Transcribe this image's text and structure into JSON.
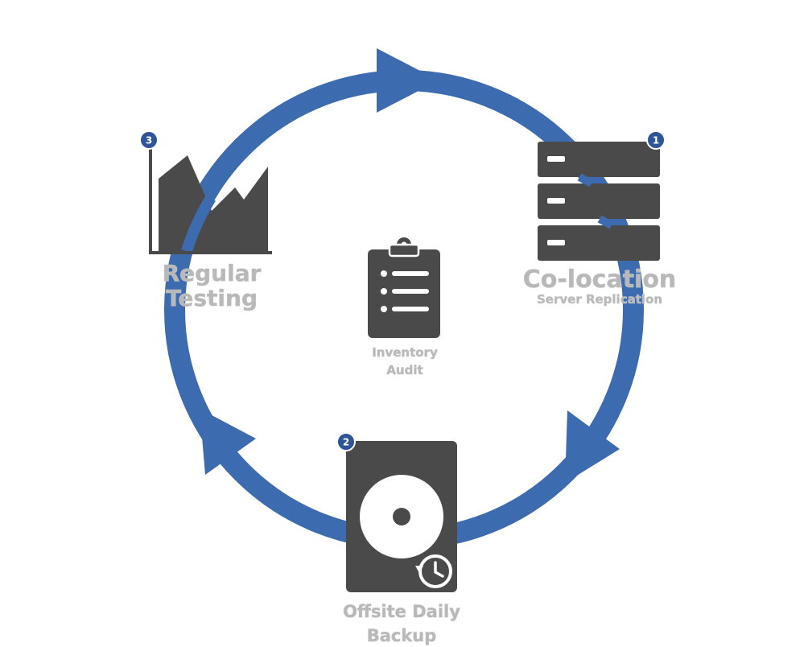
{
  "colors": {
    "ring": "#3d6bb0",
    "icon": "#4a4a4a",
    "label": "#b8b8b8",
    "badge": "#2e5596",
    "background": "#ffffff"
  },
  "steps": [
    {
      "number": "1",
      "title": "Co-location",
      "subtitle": "Server Replication",
      "icon": "server-rack-icon"
    },
    {
      "number": "2",
      "title_line1": "Offsite Daily",
      "title_line2": "Backup",
      "icon": "hard-drive-history-icon"
    },
    {
      "number": "3",
      "title_line1": "Regular",
      "title_line2": "Testing",
      "icon": "area-chart-icon"
    }
  ],
  "center": {
    "line1": "Inventory",
    "line2": "Audit",
    "icon": "clipboard-checklist-icon"
  }
}
